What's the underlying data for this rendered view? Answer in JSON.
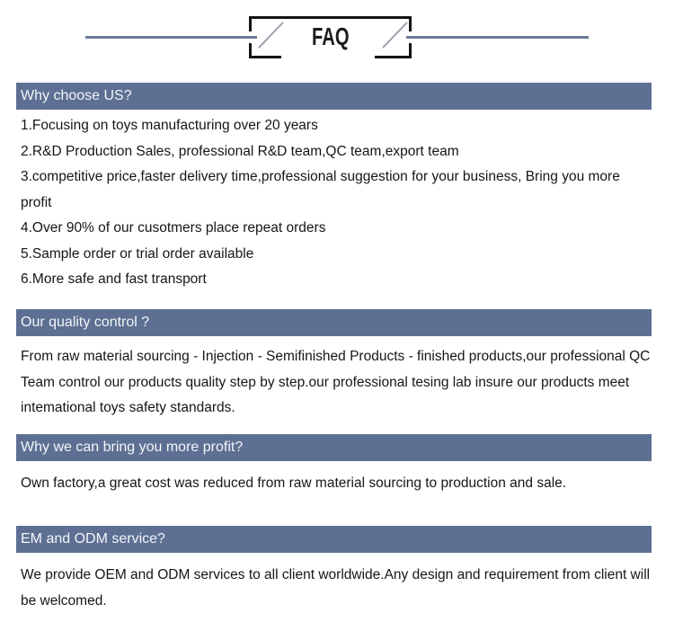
{
  "header": {
    "title": "FAQ"
  },
  "colors": {
    "bar_bg": "#5d7093",
    "bar_text": "#f3f5f8",
    "line": "#6b7b98",
    "slash": "#9aa2ac",
    "border": "#141414",
    "text": "#161616"
  },
  "sections": [
    {
      "title": "Why choose US?",
      "items": [
        "1.Focusing on toys manufacturing over 20 years",
        "2.R&D Production Sales, professional R&D team,QC team,export team",
        "3.competitive price,faster delivery time,professional suggestion for your business, Bring you more profit",
        "4.Over 90% of our cusotmers place repeat orders",
        "5.Sample order or trial order available",
        "6.More safe and fast transport"
      ]
    },
    {
      "title": "Our quality control ?",
      "body": "From raw material sourcing - Injection - Semifinished Products - finished products,our professional QC Team control our products quality step by step.our professional tesing lab insure our products meet intemational toys safety standards."
    },
    {
      "title": "Why we can bring you more profit?",
      "body": "Own factory,a great cost was reduced from raw material sourcing to production and sale."
    },
    {
      "title": "EM and ODM service?",
      "body": "We provide OEM and ODM services to all client worldwide.Any design and requirement from client will be welcomed."
    }
  ]
}
